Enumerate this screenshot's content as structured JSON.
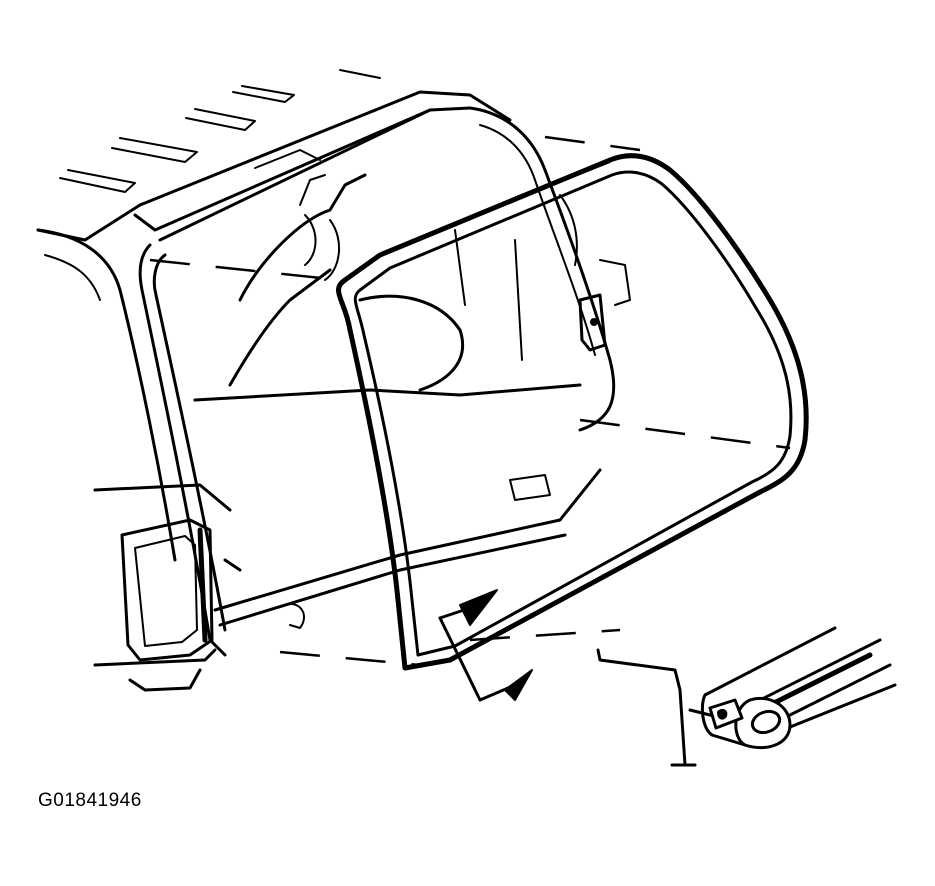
{
  "figure": {
    "id_label": "G01841946"
  },
  "parts": {
    "weatherstrip": "liftgate-weatherstrip-seal",
    "body": "vehicle-rear-body-opening",
    "detail": "weatherstrip-cross-section-detail",
    "arrows": "installation-direction-arrows"
  }
}
